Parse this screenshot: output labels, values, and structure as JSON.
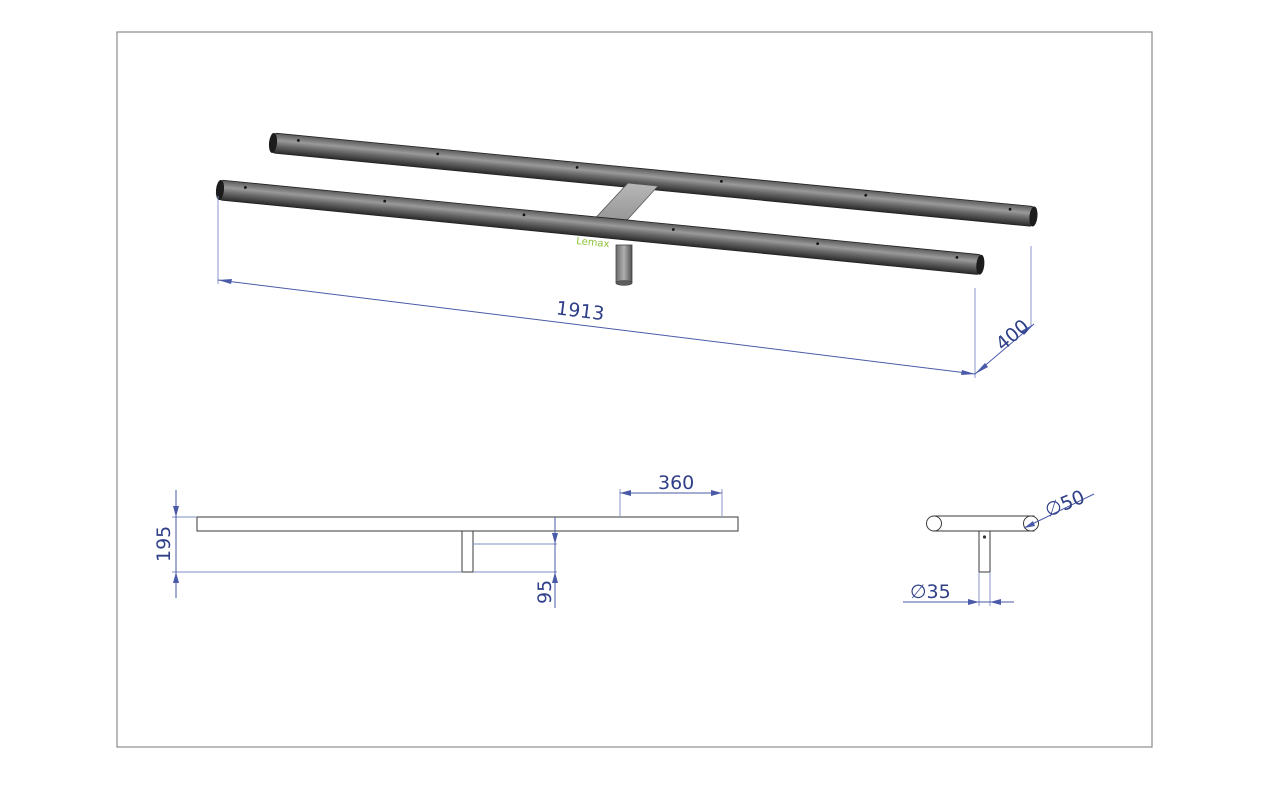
{
  "drawing": {
    "logo": "Lemax",
    "iso_view": {
      "length_label": "1913",
      "width_label": "400"
    },
    "front_view": {
      "height_label": "195",
      "offset_label": "360",
      "post_label": "95"
    },
    "side_view": {
      "tube_diameter_label": "∅50",
      "post_diameter_label": "∅35"
    },
    "colors": {
      "dimension": "#2f3f88",
      "tube_dark": "#2a2a2a",
      "tube_light": "#8a8a8a",
      "frame": "#8c8c8c"
    }
  }
}
